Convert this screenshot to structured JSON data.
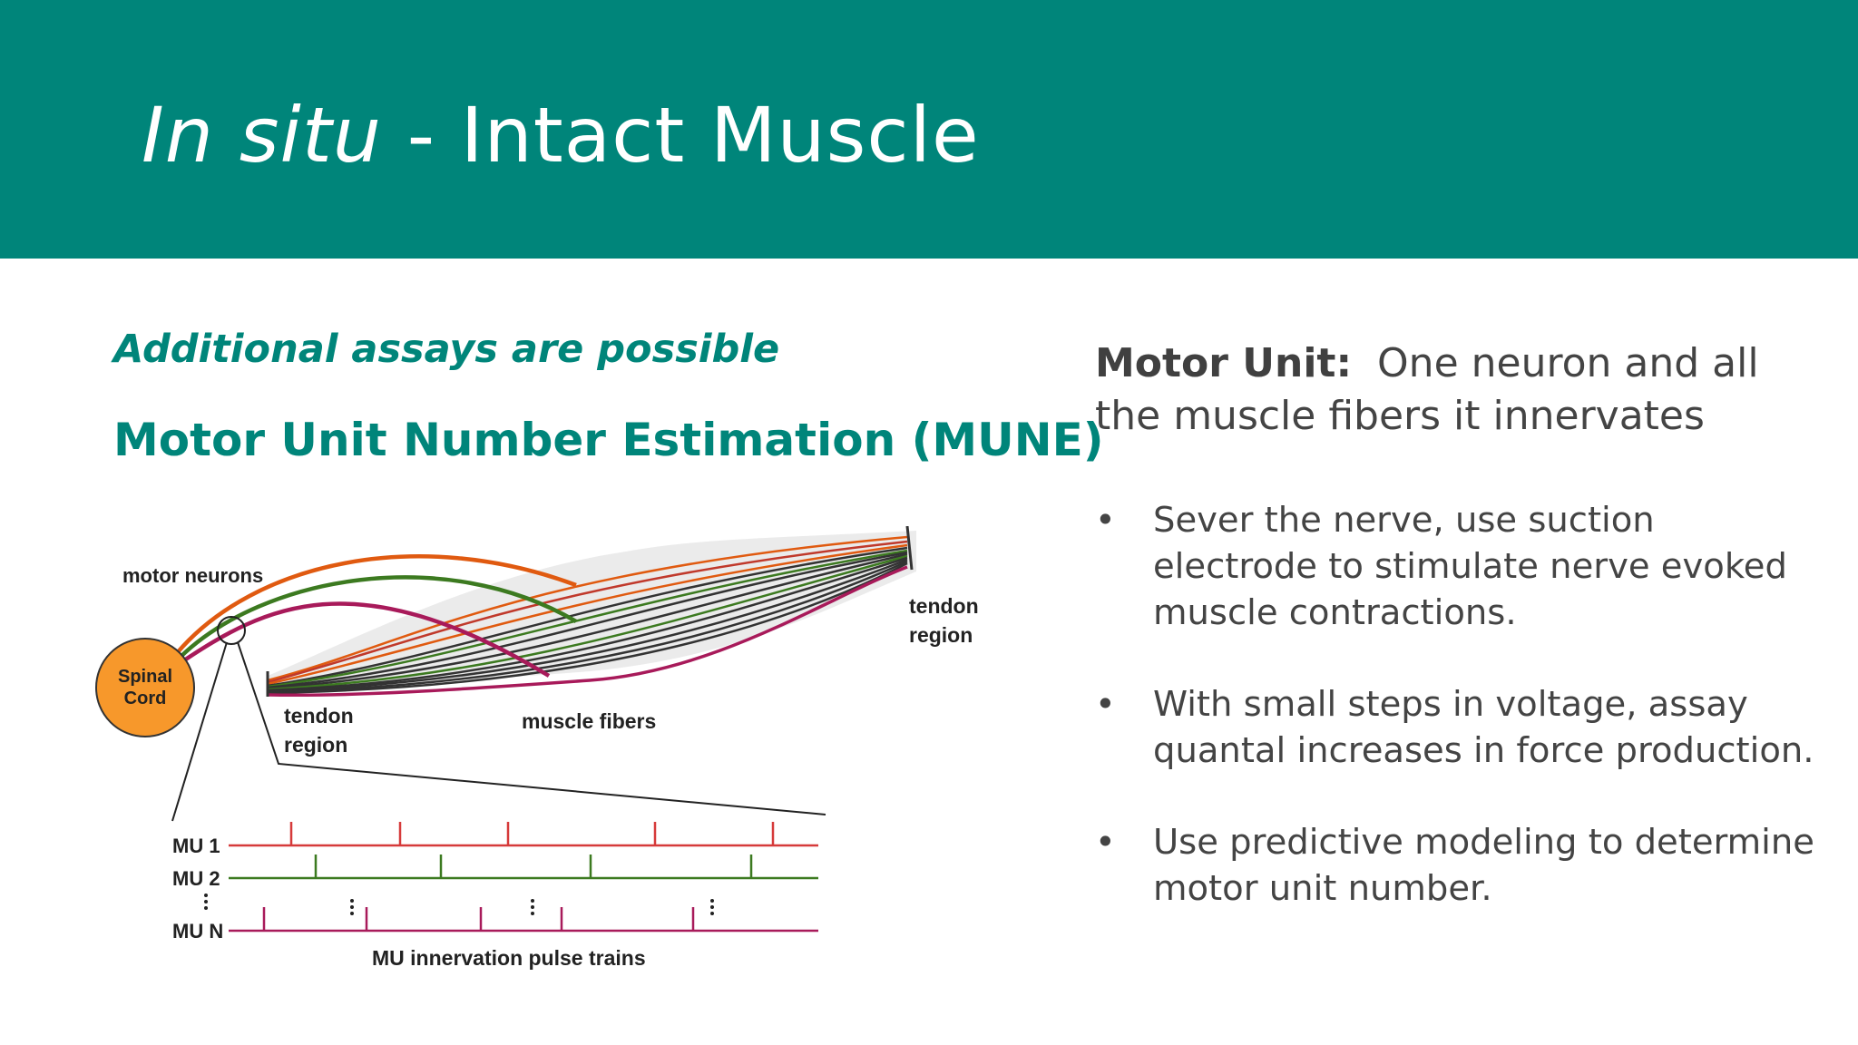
{
  "slide": {
    "title_italic": "In situ",
    "title_rest": " - Intact Muscle",
    "subtitle": "Additional assays are possible",
    "heading": "Motor Unit Number Estimation (MUNE)"
  },
  "definition": {
    "term": "Motor Unit:",
    "text": "One neuron and all the muscle fibers it innervates"
  },
  "bullets": [
    "Sever the nerve, use suction electrode to stimulate nerve evoked muscle contractions.",
    "With small steps in voltage, assay quantal increases in force production.",
    "Use predictive modeling to determine motor unit number."
  ],
  "bullet_symbol": "•",
  "figure": {
    "motor_neurons": "motor neurons",
    "spinal_line1": "Spinal",
    "spinal_line2": "Cord",
    "tendon_left_1": "tendon",
    "tendon_left_2": "region",
    "tendon_right_1": "tendon",
    "tendon_right_2": "region",
    "muscle_fibers": "muscle fibers",
    "mu1": "MU 1",
    "mu2": "MU 2",
    "mun": "MU N",
    "pulse_caption": "MU innervation pulse trains",
    "colors": {
      "orange": "#e05a10",
      "green": "#3c7a20",
      "magenta": "#a81a5a",
      "red": "#d63a3a",
      "spinal_fill": "#f7982b",
      "teal": "#00857a"
    }
  }
}
